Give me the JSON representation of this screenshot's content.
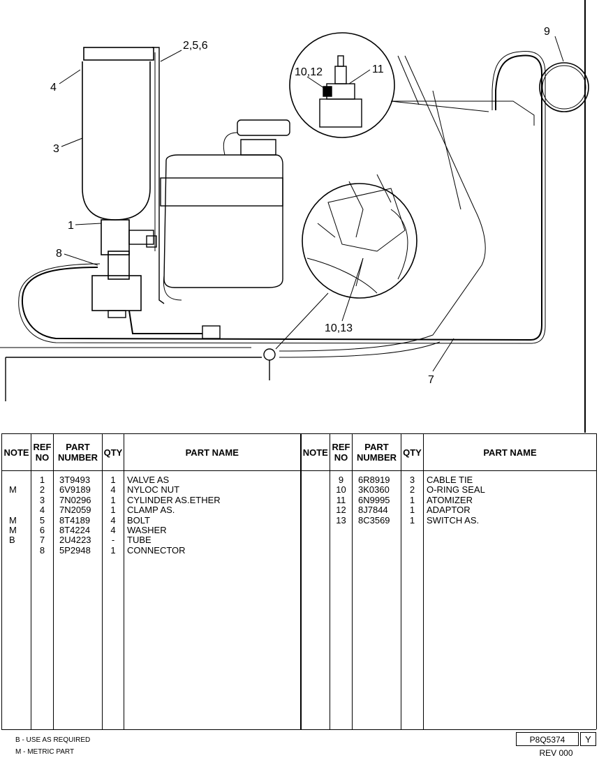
{
  "diagram": {
    "callouts": [
      "9",
      "2,5,6",
      "10,12",
      "11",
      "4",
      "3",
      "1",
      "8",
      "10,13",
      "7"
    ]
  },
  "table": {
    "headers": {
      "note": "NOTE",
      "ref_no_1": "REF",
      "ref_no_2": "NO",
      "part_number_1": "PART",
      "part_number_2": "NUMBER",
      "qty": "QTY",
      "part_name": "PART NAME"
    },
    "left_rows": [
      {
        "note": "",
        "ref": "1",
        "part_number": "3T9493",
        "qty": "1",
        "name": "VALVE AS"
      },
      {
        "note": "M",
        "ref": "2",
        "part_number": "6V9189",
        "qty": "4",
        "name": "NYLOC NUT"
      },
      {
        "note": "",
        "ref": "3",
        "part_number": "7N0296",
        "qty": "1",
        "name": "CYLINDER AS.ETHER"
      },
      {
        "note": "",
        "ref": "4",
        "part_number": "7N2059",
        "qty": "1",
        "name": "CLAMP AS."
      },
      {
        "note": "M",
        "ref": "5",
        "part_number": "8T4189",
        "qty": "4",
        "name": "BOLT"
      },
      {
        "note": "M",
        "ref": "6",
        "part_number": "8T4224",
        "qty": "4",
        "name": "WASHER"
      },
      {
        "note": "B",
        "ref": "7",
        "part_number": "2U4223",
        "qty": "-",
        "name": "TUBE"
      },
      {
        "note": "",
        "ref": "8",
        "part_number": "5P2948",
        "qty": "1",
        "name": "CONNECTOR"
      }
    ],
    "right_rows": [
      {
        "note": "",
        "ref": "9",
        "part_number": "6R8919",
        "qty": "3",
        "name": "CABLE TIE"
      },
      {
        "note": "",
        "ref": "10",
        "part_number": "3K0360",
        "qty": "2",
        "name": "O-RING SEAL"
      },
      {
        "note": "",
        "ref": "11",
        "part_number": "6N9995",
        "qty": "1",
        "name": "ATOMIZER"
      },
      {
        "note": "",
        "ref": "12",
        "part_number": "8J7844",
        "qty": "1",
        "name": "ADAPTOR"
      },
      {
        "note": "",
        "ref": "13",
        "part_number": "8C3569",
        "qty": "1",
        "name": "SWITCH AS."
      }
    ]
  },
  "footer": {
    "legend_b": "B - USE  AS REQUIRED",
    "legend_m": "M - METRIC PART",
    "drawing_number": "P8Q5374",
    "revision_letter": "Y",
    "revision": "REV 000"
  }
}
